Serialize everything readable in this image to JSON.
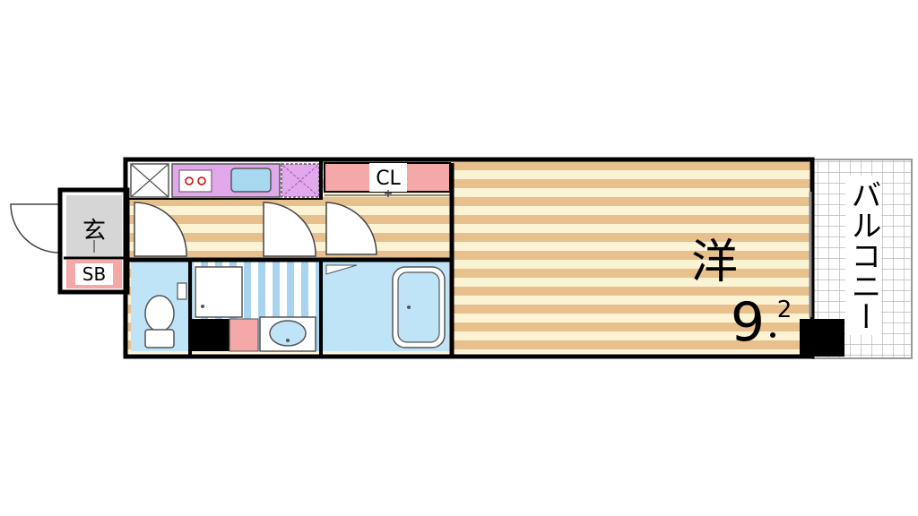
{
  "rooms": {
    "entrance": "玄",
    "shoe_box": "SB",
    "closet": "CL",
    "western_room": "洋",
    "room_size_main": "9",
    "room_size_decimal": "2",
    "balcony": "バルコニー"
  },
  "colors": {
    "wall": "#000000",
    "floor_stripe_tan": "#e8c08e",
    "floor_stripe_cream": "#fbf3d3",
    "kitchen_counter": "#e2a8ec",
    "kitchen_sink": "#a8d8f0",
    "closet_pink": "#f4a8a8",
    "bath_blue": "#bfe4f7",
    "wash_stripe_blue": "#a8d4f0",
    "balcony_grid": "#bbbbbb",
    "entrance_gray": "#d6d6d6"
  }
}
